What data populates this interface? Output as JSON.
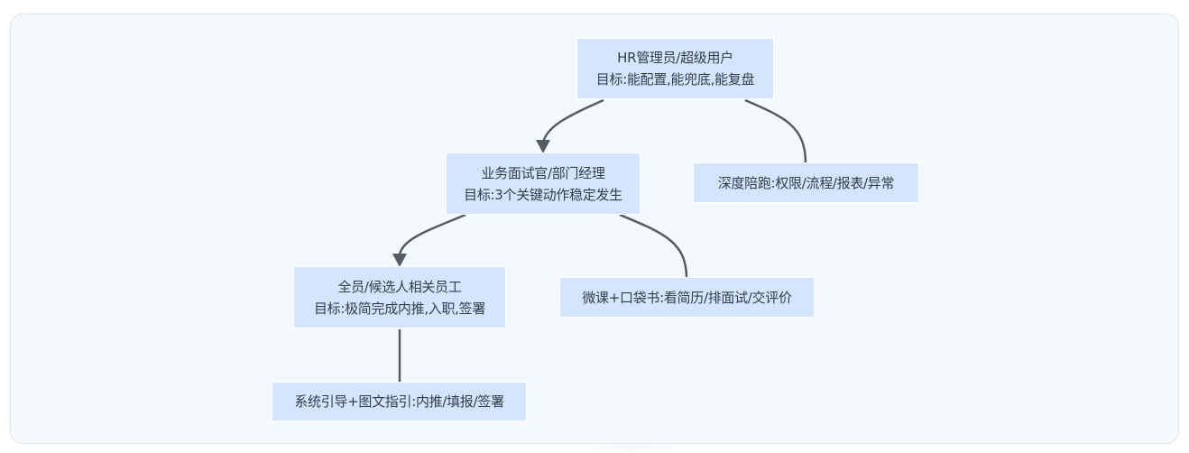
{
  "diagram": {
    "type": "tree",
    "colors": {
      "background": "#f5f9fc",
      "node_fill": "#d4e6ff",
      "edge": "#545c66",
      "text": "#333d48"
    },
    "nodes": {
      "hr_admin": {
        "title": "HR管理员/超级用户",
        "goal": "目标:能配置,能兜底,能复盘"
      },
      "hr_admin_support": {
        "text": "深度陪跑:权限/流程/报表/异常"
      },
      "interviewer": {
        "title": "业务面试官/部门经理",
        "goal": "目标:3个关键动作稳定发生"
      },
      "interviewer_support": {
        "text": "微课+口袋书:看简历/排面试/交评价"
      },
      "all_staff": {
        "title": "全员/候选人相关员工",
        "goal": "目标:极简完成内推,入职,签署"
      },
      "all_staff_support": {
        "text": "系统引导+图文指引:内推/填报/签署"
      }
    },
    "edges": [
      {
        "from": "hr_admin",
        "to": "interviewer",
        "arrow": true
      },
      {
        "from": "hr_admin",
        "to": "hr_admin_support",
        "arrow": false
      },
      {
        "from": "interviewer",
        "to": "all_staff",
        "arrow": true
      },
      {
        "from": "interviewer",
        "to": "interviewer_support",
        "arrow": false
      },
      {
        "from": "all_staff",
        "to": "all_staff_support",
        "arrow": false
      }
    ]
  }
}
